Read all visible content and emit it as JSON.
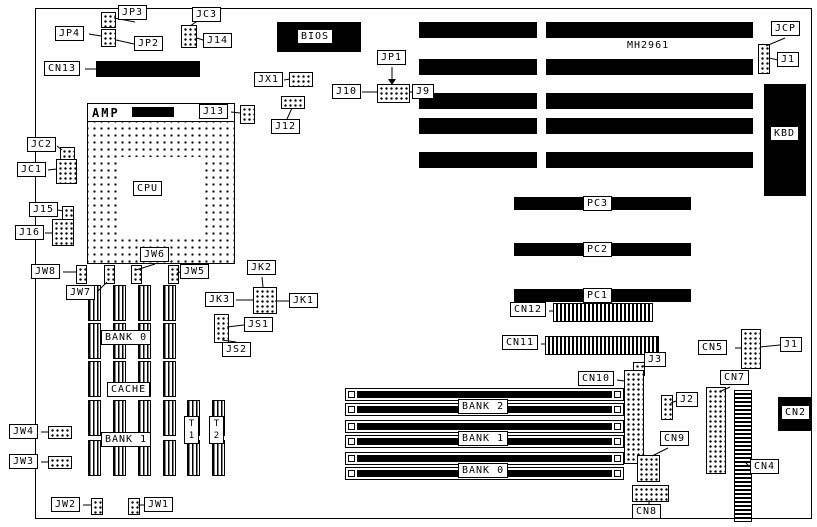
{
  "diagram": {
    "type": "motherboard-layout",
    "model": "MH2961"
  },
  "colors": {
    "background": "#ffffff",
    "line": "#000000",
    "fill": "#000000"
  },
  "labels": {
    "jp3": "JP3",
    "jp4": "JP4",
    "jp2": "JP2",
    "jc3": "JC3",
    "j14": "J14",
    "cn13": "CN13",
    "bios": "BIOS",
    "jx1": "JX1",
    "jp1": "JP1",
    "j10": "J10",
    "j9": "J9",
    "jcp": "JCP",
    "j1_top": "J1",
    "mh2961": "MH2961",
    "kbd": "KBD",
    "j13": "J13",
    "j12": "J12",
    "amp": "AMP",
    "cpu": "CPU",
    "jc2": "JC2",
    "jc1": "JC1",
    "j15": "J15",
    "j16": "J16",
    "jw8": "JW8",
    "jw7": "JW7",
    "jw6": "JW6",
    "jw5": "JW5",
    "jk2": "JK2",
    "jk3": "JK3",
    "jk1": "JK1",
    "js1": "JS1",
    "js2": "JS2",
    "bank0_left": "BANK 0",
    "cache": "CACHE",
    "bank1_left": "BANK 1",
    "t1_top": "T",
    "t1_bot": "1",
    "t2_top": "T",
    "t2_bot": "2",
    "jw4": "JW4",
    "jw3": "JW3",
    "jw2": "JW2",
    "jw1": "JW1",
    "pc3": "PC3",
    "pc2": "PC2",
    "pc1": "PC1",
    "cn12": "CN12",
    "cn11": "CN11",
    "cn5": "CN5",
    "j1_right": "J1",
    "j3": "J3",
    "cn10": "CN10",
    "cn7": "CN7",
    "j2": "J2",
    "cn2": "CN2",
    "cn9": "CN9",
    "cn4": "CN4",
    "cn8": "CN8",
    "bank2_simm": "BANK 2",
    "bank1_simm": "BANK 1",
    "bank0_simm": "BANK 0"
  }
}
